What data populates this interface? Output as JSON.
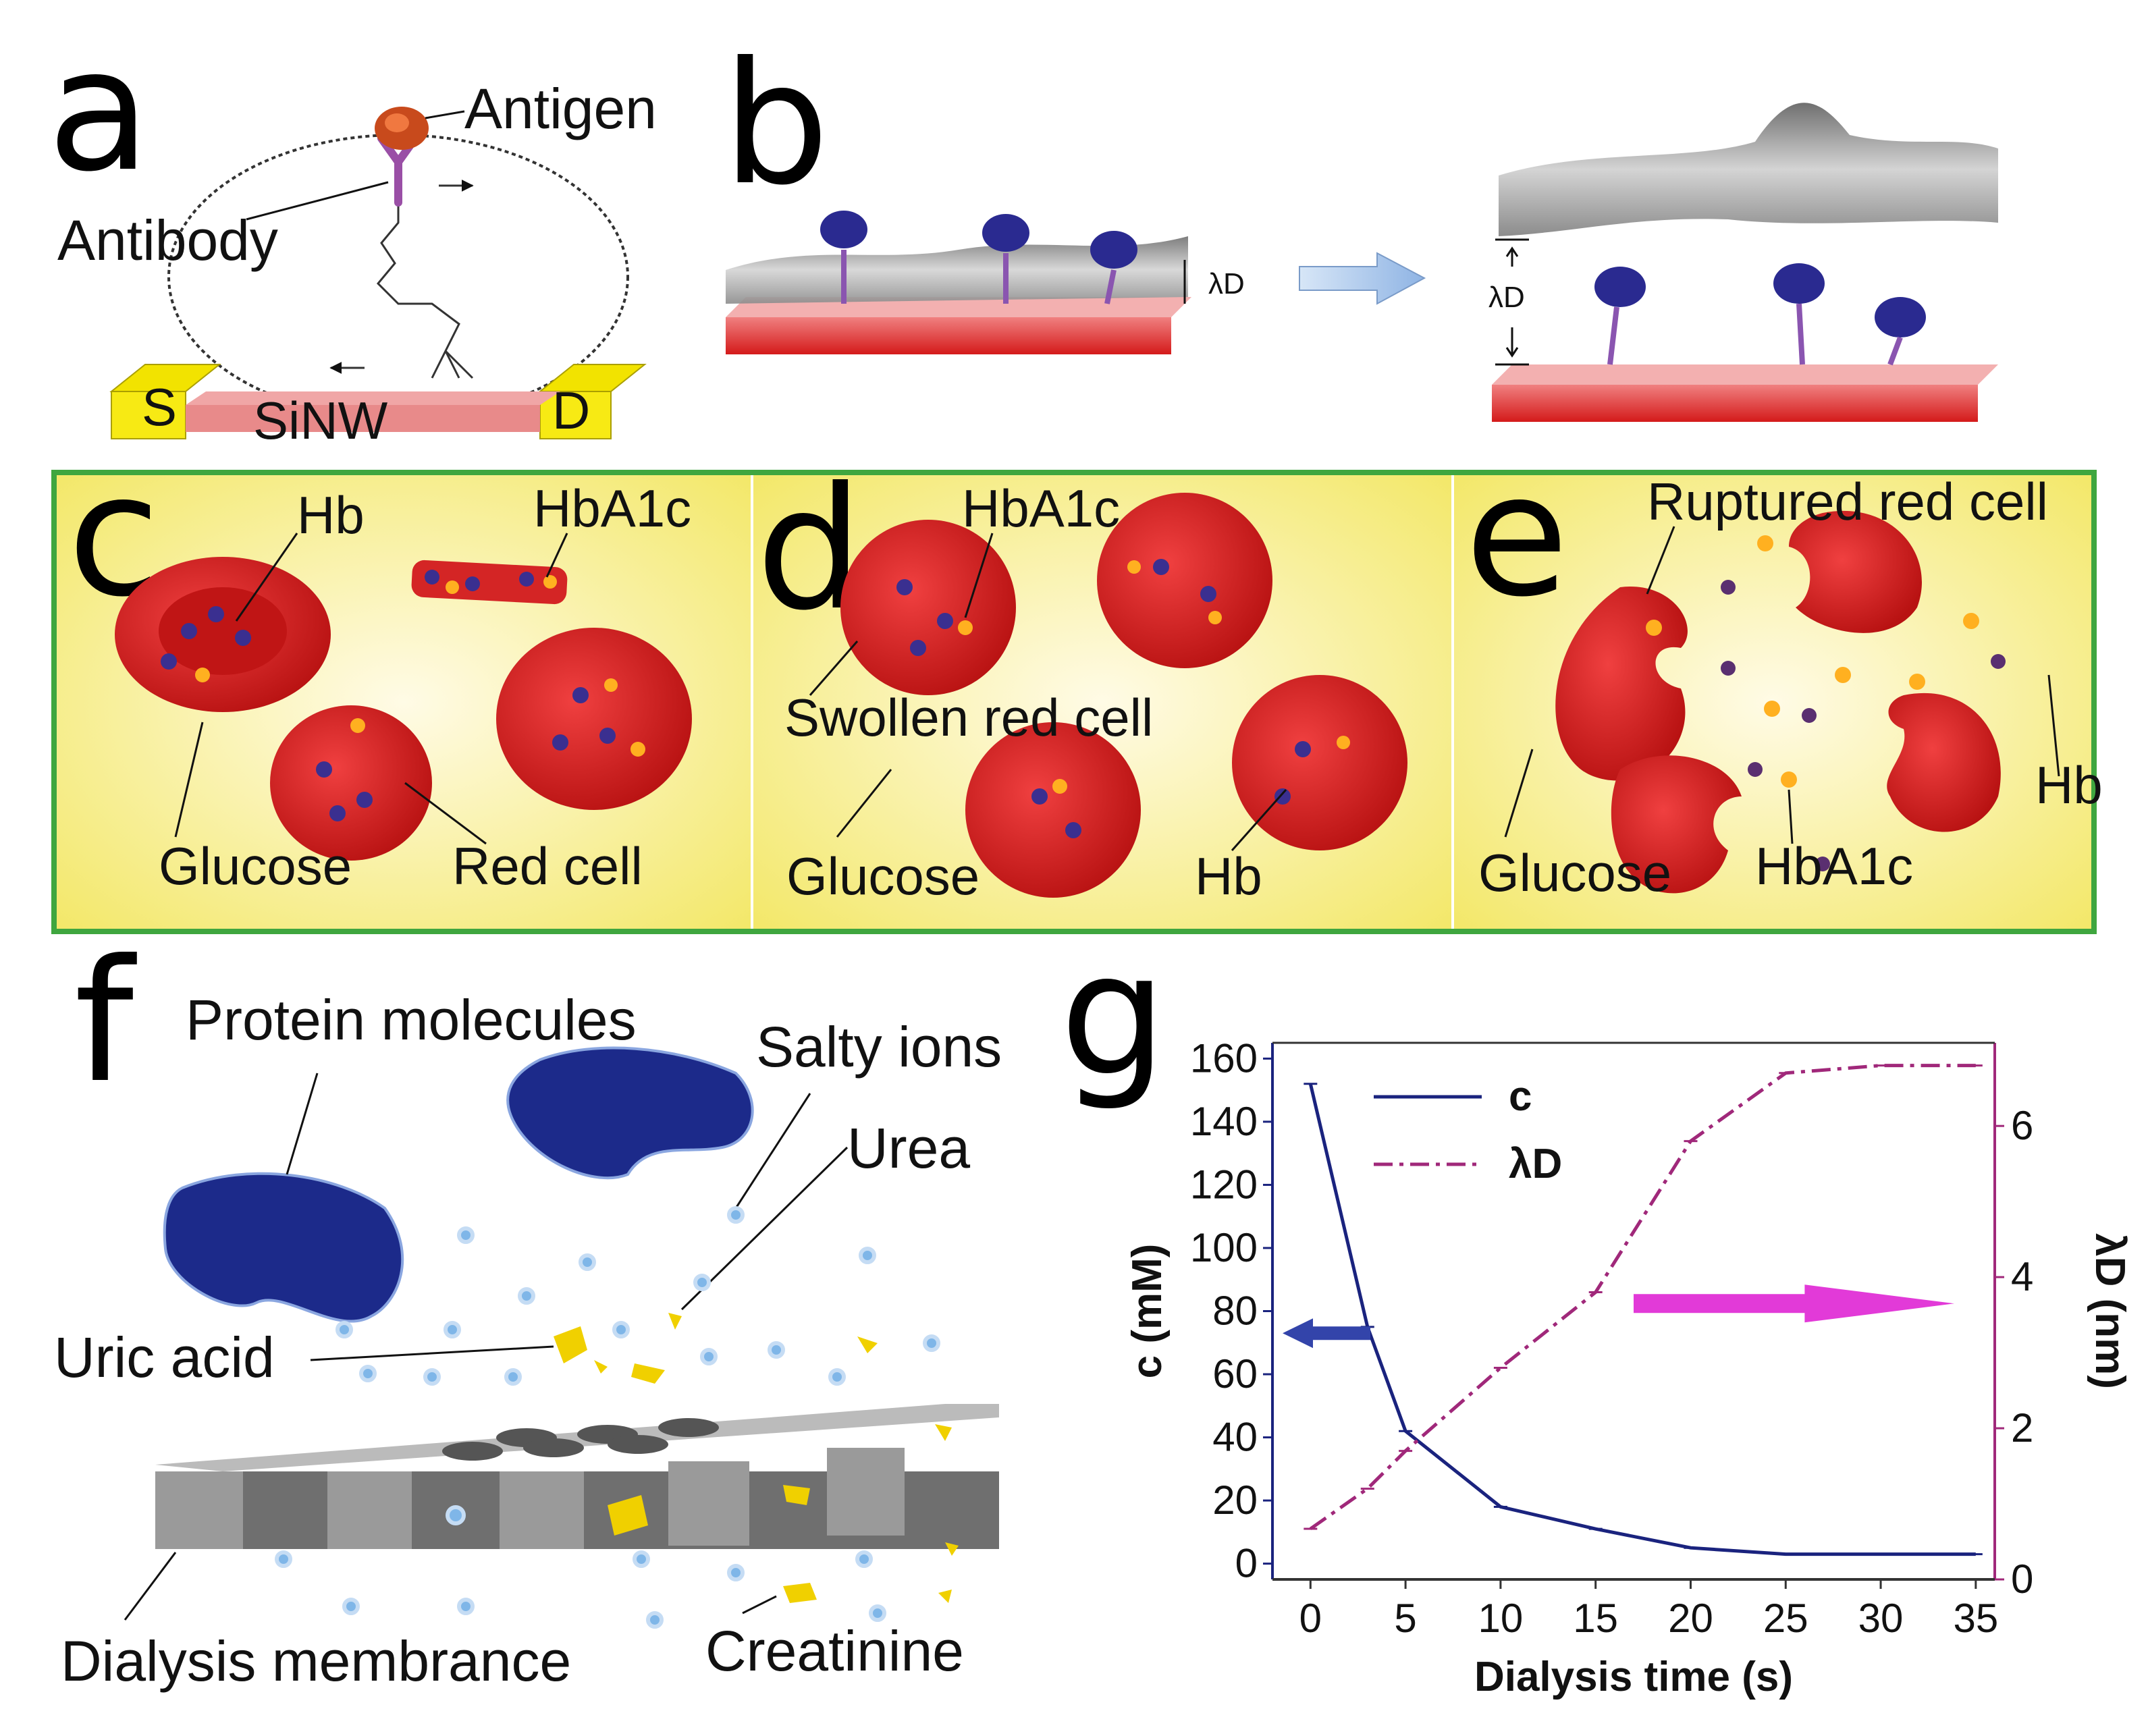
{
  "panel_letters": {
    "a": "a",
    "b": "b",
    "c": "c",
    "d": "d",
    "e": "e",
    "f": "f",
    "g": "g"
  },
  "panel_a": {
    "antigen": "Antigen",
    "antibody": "Antibody",
    "source": "S",
    "drain": "D",
    "nanowire": "SiNW"
  },
  "panel_b": {
    "debye_label": "λD"
  },
  "panel_c": {
    "hb": "Hb",
    "hba1c": "HbA1c",
    "glucose": "Glucose",
    "red_cell": "Red cell"
  },
  "panel_d": {
    "hba1c": "HbA1c",
    "swollen": "Swollen red cell",
    "glucose": "Glucose",
    "hb": "Hb"
  },
  "panel_e": {
    "ruptured": "Ruptured red cell",
    "hb": "Hb",
    "glucose": "Glucose",
    "hba1c": "HbA1c"
  },
  "panel_f": {
    "protein": "Protein molecules",
    "salty": "Salty ions",
    "urea": "Urea",
    "uric": "Uric acid",
    "membrane": "Dialysis membrance",
    "creatinine": "Creatinine"
  },
  "colors": {
    "c_series": "#1a237e",
    "lambda_series": "#a0287a",
    "arrow_right": "#e23ad8",
    "arrow_left": "#3344aa",
    "panel_border": "#3fa63f",
    "red_cell": "#d81e1e",
    "protein": "#1c2a8a",
    "urea": "#f0d000",
    "electrode": "#f2e300"
  },
  "chart_data": {
    "type": "line",
    "xlabel": "Dialysis time (s)",
    "ylabel_left": "c (mM)",
    "ylabel_right": "λD (nm)",
    "x_ticks": [
      "0",
      "5",
      "10",
      "15",
      "20",
      "25",
      "30",
      "35"
    ],
    "y_left_ticks": [
      "0",
      "20",
      "40",
      "60",
      "80",
      "100",
      "120",
      "140",
      "160"
    ],
    "y_right_ticks": [
      "0",
      "2",
      "4",
      "6"
    ],
    "xlim": [
      -2,
      36
    ],
    "ylim_left": [
      -5,
      165
    ],
    "ylim_right": [
      0,
      7.1
    ],
    "legend_position": "top-left",
    "series": [
      {
        "name": "c",
        "axis": "left",
        "style": "solid",
        "x": [
          0,
          3,
          5,
          10,
          15,
          20,
          25,
          30,
          35
        ],
        "y": [
          152,
          75,
          42,
          18,
          11,
          5,
          3,
          3,
          3
        ]
      },
      {
        "name": "λD",
        "axis": "right",
        "style": "dash-dot",
        "x": [
          0,
          3,
          5,
          10,
          15,
          20,
          25,
          30,
          35
        ],
        "y": [
          0.67,
          1.2,
          1.7,
          2.8,
          3.8,
          5.8,
          6.7,
          6.8,
          6.8
        ]
      }
    ]
  }
}
